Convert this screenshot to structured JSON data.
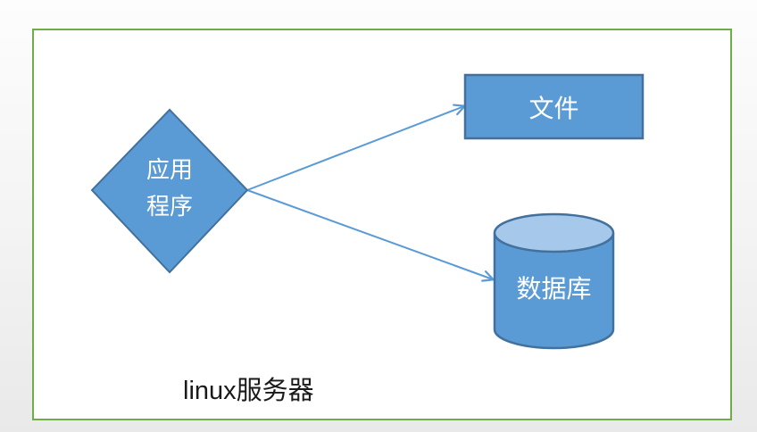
{
  "diagram": {
    "application": {
      "shape": "diamond",
      "label_line1": "应用",
      "label_line2": "程序"
    },
    "file": {
      "shape": "rectangle",
      "label": "文件"
    },
    "database": {
      "shape": "cylinder",
      "label": "数据库"
    },
    "edges": [
      {
        "from": "应用程序",
        "to": "文件"
      },
      {
        "from": "应用程序",
        "to": "数据库"
      }
    ],
    "caption": "linux服务器"
  },
  "colors": {
    "shape_fill": "#5b9bd5",
    "shape_stroke": "#41719c",
    "cylinder_top_fill": "#a6c8ea",
    "arrow": "#5b9bd5",
    "frame_border": "#70ad47",
    "shape_label_text": "#ffffff",
    "caption_text": "#1a1a1a",
    "slide_background": "#ffffff"
  }
}
